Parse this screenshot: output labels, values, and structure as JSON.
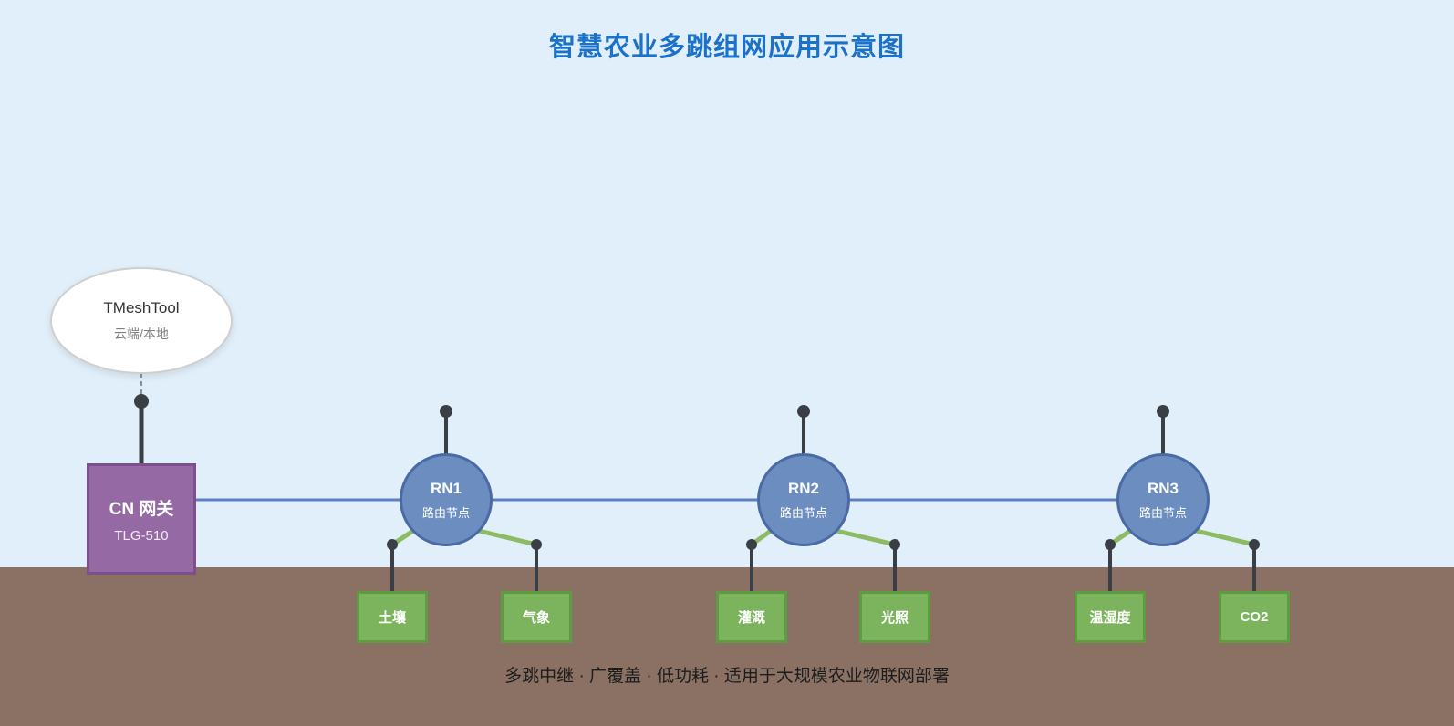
{
  "title": "智慧农业多跳组网应用示意图",
  "caption": "多跳中继 · 广覆盖 · 低功耗 · 适用于大规模农业物联网部署",
  "cloud": {
    "name": "TMeshTool",
    "subtitle": "云端/本地"
  },
  "gateway": {
    "name": "CN 网关",
    "model": "TLG-510"
  },
  "routers": [
    {
      "id": "RN1",
      "label": "路由节点",
      "sensors": [
        "土壤",
        "气象"
      ]
    },
    {
      "id": "RN2",
      "label": "路由节点",
      "sensors": [
        "灌溉",
        "光照"
      ]
    },
    {
      "id": "RN3",
      "label": "路由节点",
      "sensors": [
        "温湿度",
        "CO2"
      ]
    }
  ],
  "colors": {
    "sky": "#e1effa",
    "ground": "#8a7164",
    "title": "#1b72c8",
    "gateway-fill": "#9569a4",
    "gateway-border": "#7d4f8d",
    "router-fill": "#6c8dc0",
    "router-border": "#4a6aa5",
    "sensor-fill": "#7bb45d",
    "sensor-border": "#5e9c41",
    "link-blue": "#5b80c1",
    "link-green": "#8cbb63",
    "antenna": "#3a3f45",
    "dashed-link": "#8a8f98"
  }
}
